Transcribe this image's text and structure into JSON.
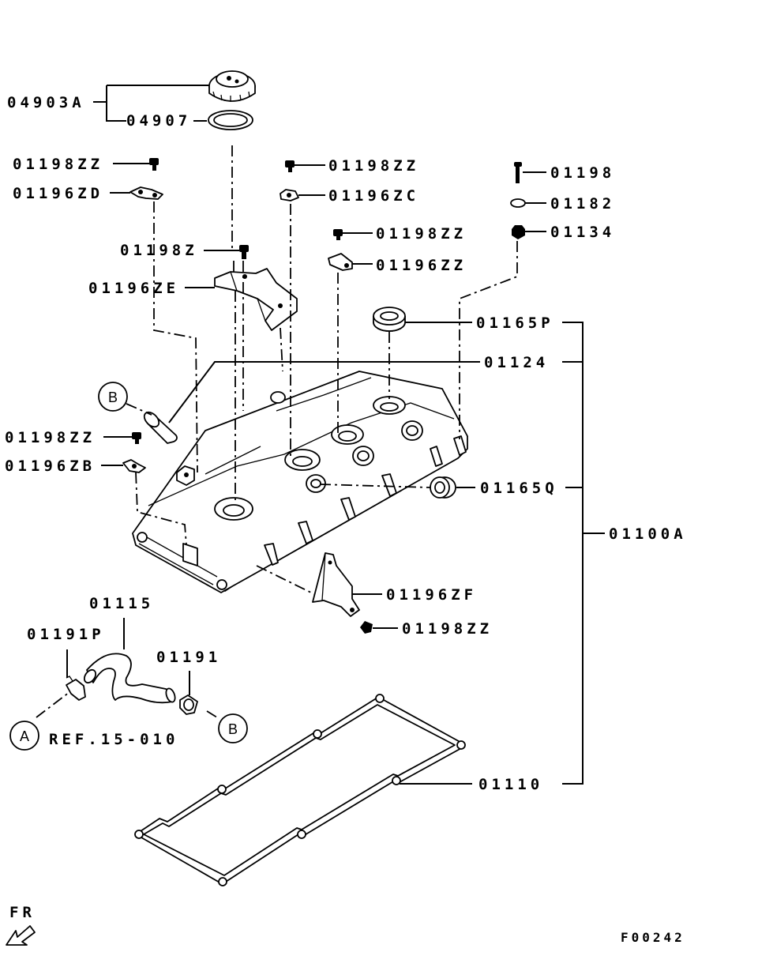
{
  "labels": {
    "l_04903A": "04903A",
    "l_04907": "04907",
    "l_01198ZZ_a": "01198ZZ",
    "l_01196ZD": "01196ZD",
    "l_01198ZZ_b": "01198ZZ",
    "l_01196ZC": "01196ZC",
    "l_01198": "01198",
    "l_01182": "01182",
    "l_01134": "01134",
    "l_01198Z": "01198Z",
    "l_01198ZZ_c": "01198ZZ",
    "l_01196ZZ": "01196ZZ",
    "l_01196ZE": "01196ZE",
    "l_01165P": "01165P",
    "l_01124": "01124",
    "l_01198ZZ_d": "01198ZZ",
    "l_01196ZB": "01196ZB",
    "l_01165Q": "01165Q",
    "l_01100A": "01100A",
    "l_01196ZF": "01196ZF",
    "l_01198ZZ_e": "01198ZZ",
    "l_01115": "01115",
    "l_01191P": "01191P",
    "l_01191": "01191",
    "l_ref": "REF.15-010",
    "l_01110": "01110",
    "fr": "FR",
    "figure_code": "F00242"
  },
  "callouts": {
    "b_top": "B",
    "b_bottom": "B",
    "a": "A"
  }
}
